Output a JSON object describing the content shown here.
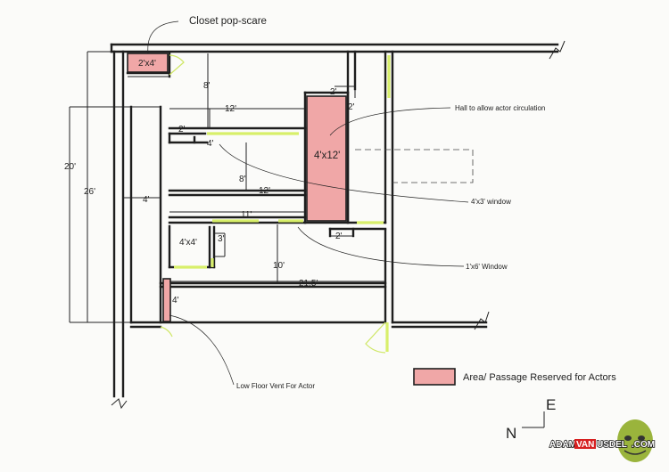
{
  "colors": {
    "reserved_fill": "#f0a7a7",
    "window_color": "#d8ef6a",
    "wall_color": "#1e1e1e",
    "logo_highlight": "#d62020"
  },
  "annotations": {
    "closet": "Closet pop-scare",
    "hall": "Hall to allow actor circulation",
    "window_4x3": "4'x3' window",
    "window_1x6": "1'x6' Window",
    "vent": "Low Floor Vent For Actor"
  },
  "rooms": {
    "closet_area": "2'x4'",
    "hall_area": "4'x12'",
    "small_room": "4'x4'"
  },
  "dimensions": {
    "d20": "20'",
    "d26": "26'",
    "d8_top": "8'",
    "d12_top": "12'",
    "d2_a": "2'",
    "d2_b": "2'",
    "d2_c": "2'",
    "d4_a": "4'",
    "d8_mid": "8'",
    "d4_hall": "4'",
    "d12_mid": "12'",
    "d11": "11'",
    "d3": "3'",
    "d2_d": "2'",
    "d10": "10'",
    "d215": "21.5'",
    "d4_vent": "4'"
  },
  "legend": {
    "label": "Area/ Passage Reserved for Actors"
  },
  "compass": {
    "north": "N",
    "east": "E"
  },
  "logo": {
    "part1": "ADAM",
    "part2": "VAN",
    "part3": "USDEL",
    "part4": ".COM"
  }
}
